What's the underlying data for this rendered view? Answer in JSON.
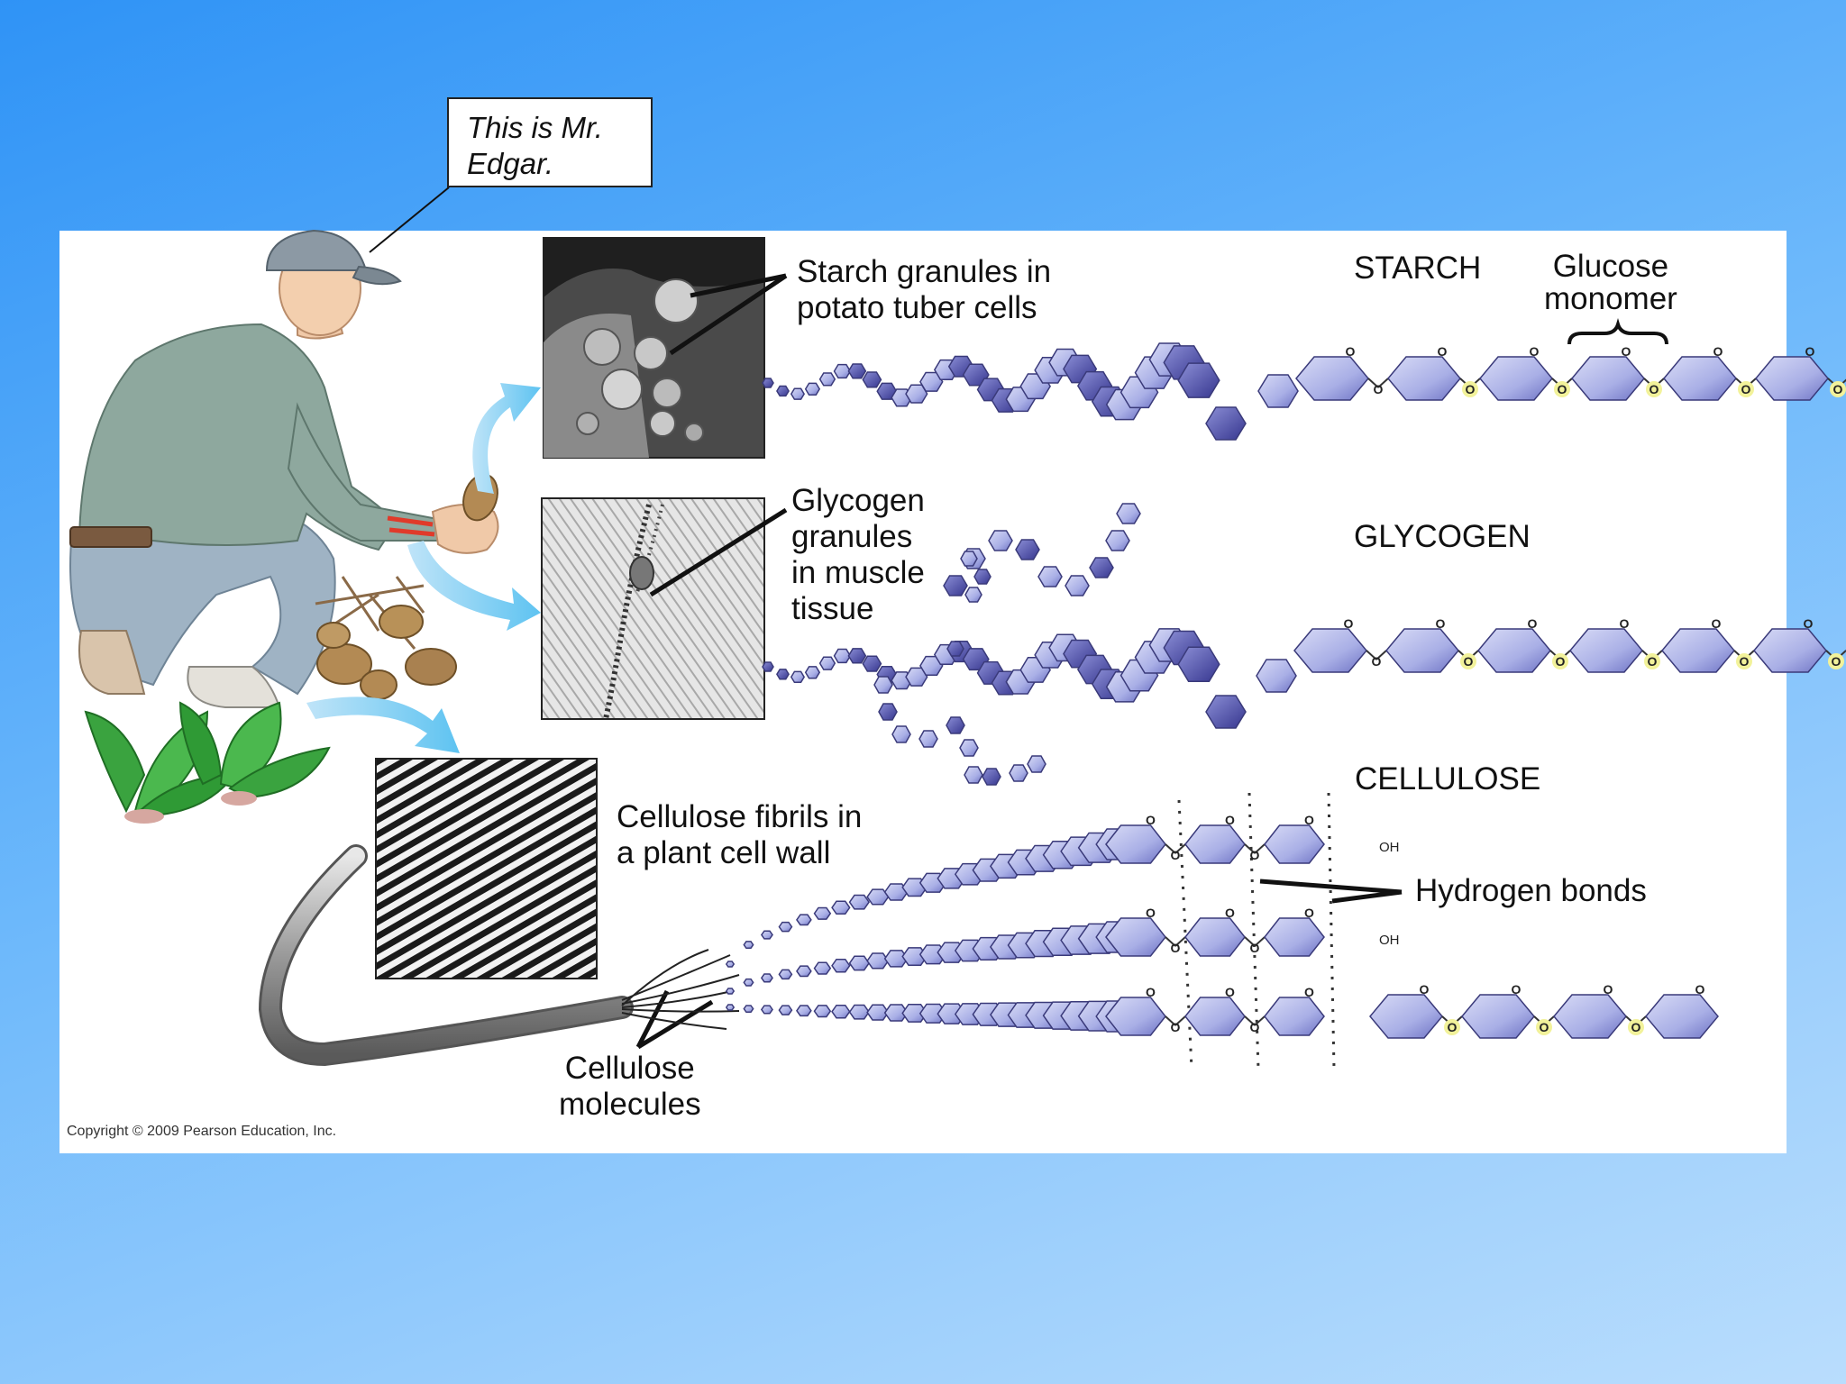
{
  "callout": {
    "text": "This is Mr.\nEdgar."
  },
  "polysaccharides": {
    "starch": {
      "heading": "STARCH",
      "micrograph_label": "Starch granules in\npotato tuber cells",
      "monomer_label": "Glucose\nmonomer"
    },
    "glycogen": {
      "heading": "GLYCOGEN",
      "micrograph_label": "Glycogen\ngranules\nin muscle\ntissue"
    },
    "cellulose": {
      "heading": "CELLULOSE",
      "micrograph_label": "Cellulose fibrils in\na plant cell wall",
      "molecules_label": "Cellulose\nmolecules",
      "hbond_label": "Hydrogen bonds",
      "oh_label": "OH"
    }
  },
  "atom_label": "O",
  "copyright": "Copyright © 2009 Pearson Education, Inc.",
  "colors": {
    "background_top": "#2f93f6",
    "background_bottom": "#b9ddfd",
    "ring_fill": "#a9afe6",
    "ring_dark": "#3f3f9a",
    "oxygen_highlight": "#f2f29a"
  },
  "icons": [
    "farmer-illustration",
    "potato-icon",
    "plant-icon",
    "arrow-icon",
    "fiber-bundle-icon"
  ]
}
